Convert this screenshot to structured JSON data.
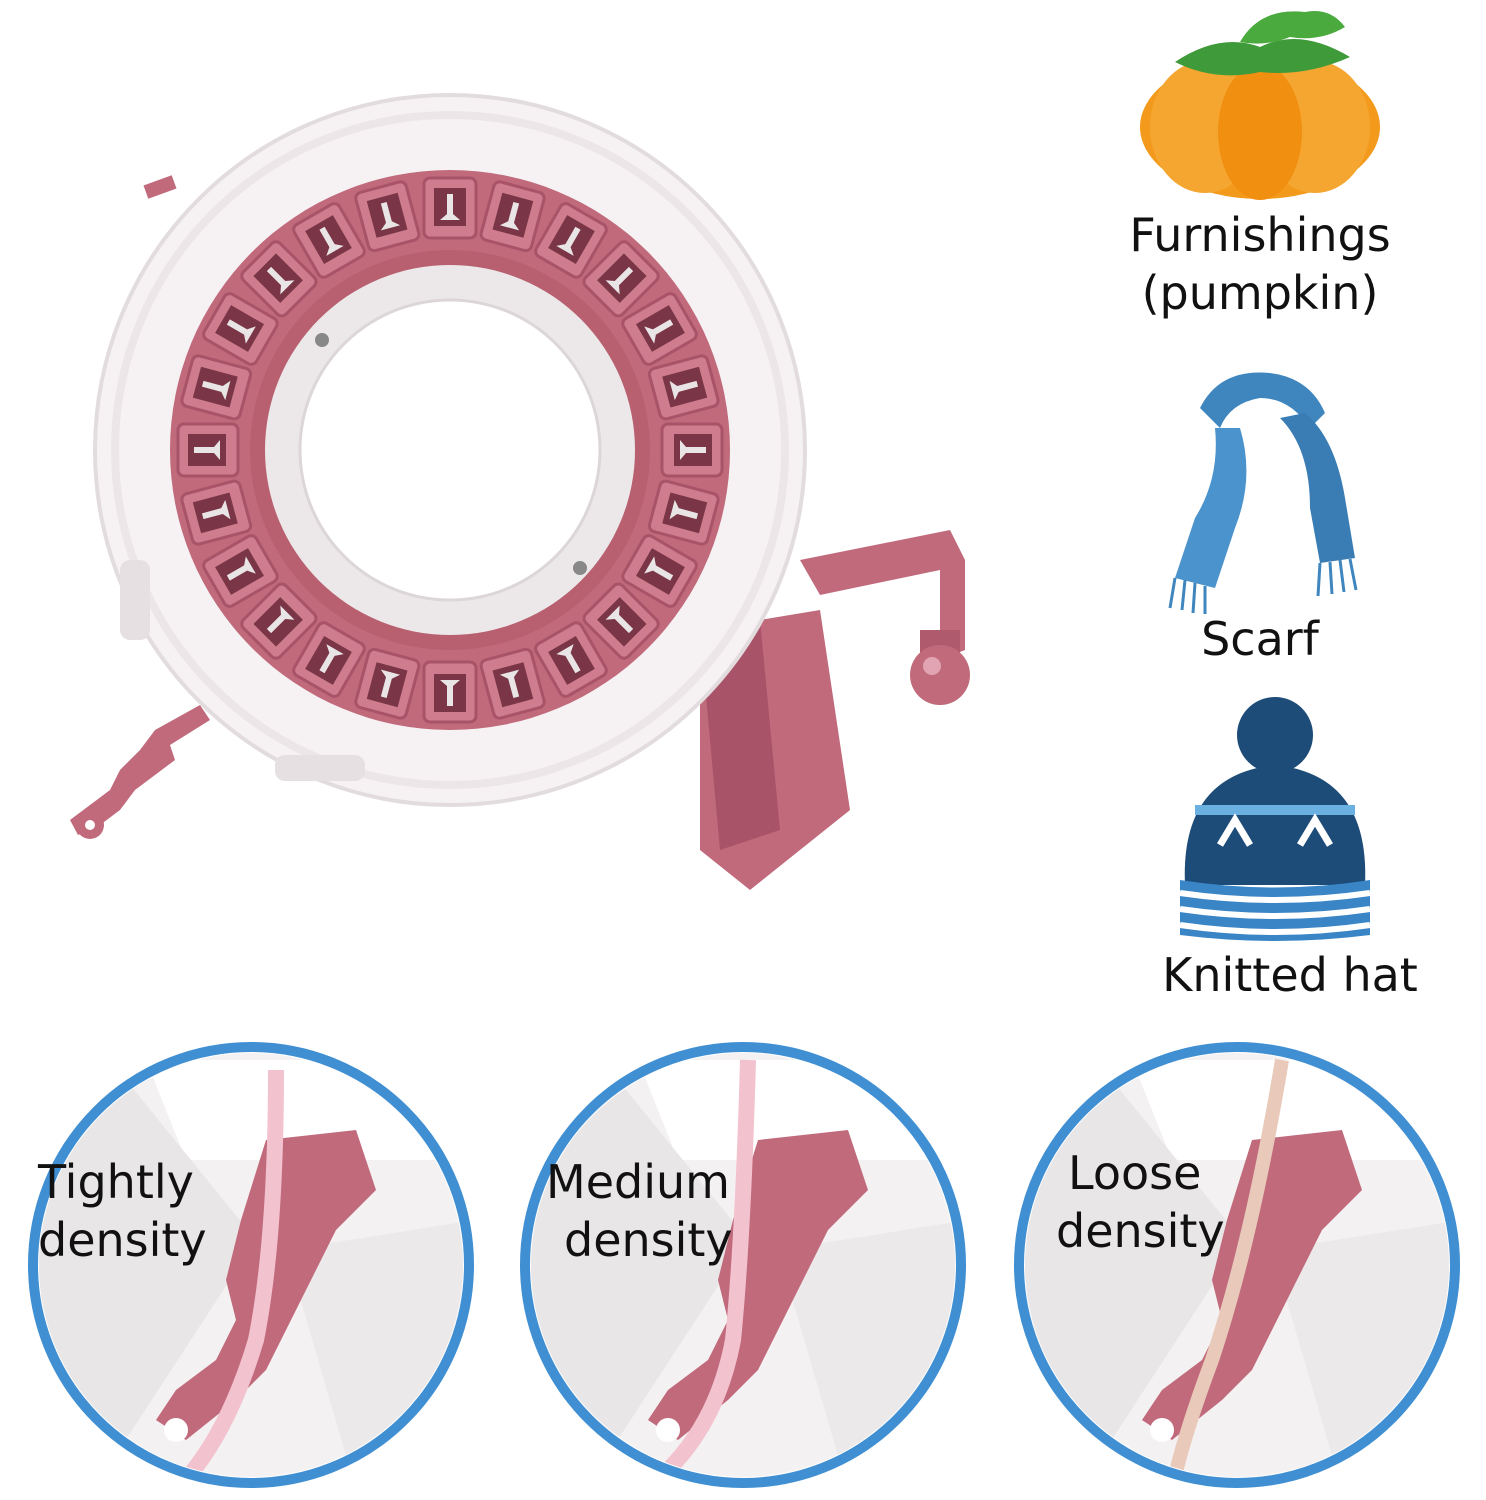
{
  "products": [
    {
      "label_line1": "Furnishings",
      "label_line2": "(pumpkin)",
      "icon": "pumpkin-icon"
    },
    {
      "label": "Scarf",
      "icon": "scarf-icon"
    },
    {
      "label": "Knitted hat",
      "icon": "hat-icon"
    }
  ],
  "density_settings": [
    {
      "line1": "Tightly",
      "line2": "density"
    },
    {
      "line1": "Medium",
      "line2": "density"
    },
    {
      "line1": "Loose",
      "line2": "density"
    }
  ],
  "colors": {
    "loom_pink": "#c06a7c",
    "loom_white": "#f6f2f3",
    "ring_blue": "#3f8fd2",
    "pumpkin_orange": "#f39a1c",
    "leaf_green": "#3f9a3a",
    "scarf_blue": "#3f86bf",
    "hat_navy": "#1d4c78"
  }
}
